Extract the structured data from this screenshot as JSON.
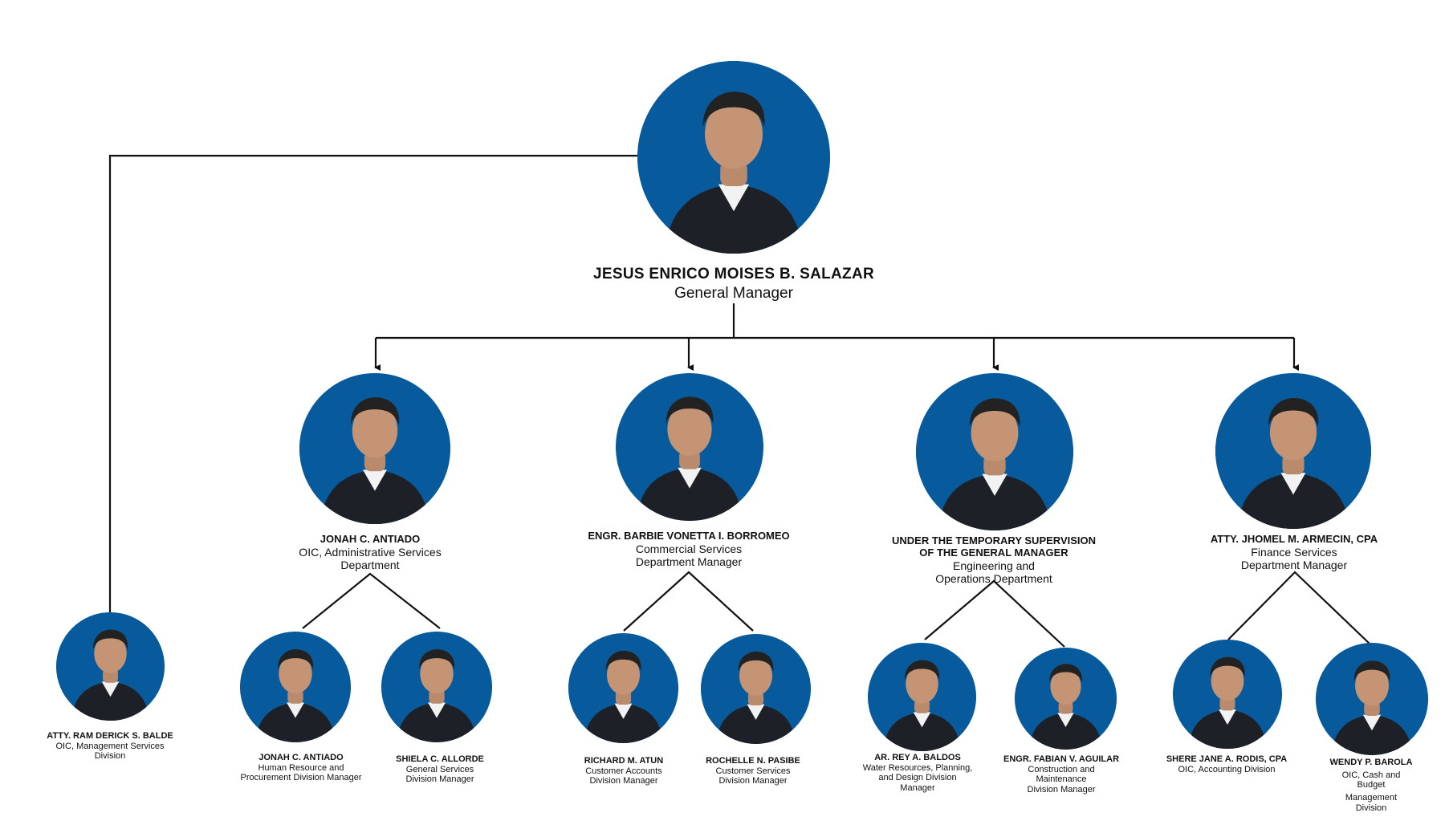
{
  "general_manager": {
    "name": "JESUS ENRICO MOISES B. SALAZAR",
    "title": "General Manager"
  },
  "departments": [
    {
      "name": "JONAH C. ANTIADO",
      "title_lines": [
        "OIC, Administrative Services",
        "Department"
      ]
    },
    {
      "name": "ENGR. BARBIE VONETTA I. BORROMEO",
      "title_lines": [
        "Commercial Services",
        "Department Manager"
      ]
    },
    {
      "name": "UNDER THE TEMPORARY SUPERVISION OF THE GENERAL MANAGER",
      "title_lines": [
        "Engineering and",
        "Operations Department"
      ]
    },
    {
      "name": "ATTY. JHOMEL M. ARMECIN, CPA",
      "title_lines": [
        "Finance Services",
        "Department Manager"
      ]
    }
  ],
  "management_services": {
    "name": "ATTY. RAM DERICK S. BALDE",
    "title_lines": [
      "OIC, Management Services",
      "Division"
    ]
  },
  "divisions": [
    {
      "name": "JONAH C. ANTIADO",
      "title_lines": [
        "Human Resource and",
        "Procurement Division Manager"
      ]
    },
    {
      "name": "SHIELA C. ALLORDE",
      "title_lines": [
        "General Services",
        "Division Manager"
      ]
    },
    {
      "name": "RICHARD M. ATUN",
      "title_lines": [
        "Customer Accounts",
        "Division Manager"
      ]
    },
    {
      "name": "ROCHELLE N. PASIBE",
      "title_lines": [
        "Customer Services",
        "Division Manager"
      ]
    },
    {
      "name": "AR. REY A. BALDOS",
      "title_lines": [
        "Water Resources, Planning,",
        "and Design Division",
        "Manager"
      ]
    },
    {
      "name": "ENGR. FABIAN V. AGUILAR",
      "title_lines": [
        "Construction and",
        "Maintenance",
        "Division Manager"
      ]
    },
    {
      "name": "SHERE JANE A. RODIS, CPA",
      "title_lines": [
        "OIC, Accounting Division"
      ]
    },
    {
      "name": "WENDY P. BAROLA",
      "title_lines": [
        "OIC, Cash and Budget",
        "Management Division"
      ]
    }
  ],
  "colors": {
    "circle_bg": "#075a9c",
    "line": "#111111"
  }
}
